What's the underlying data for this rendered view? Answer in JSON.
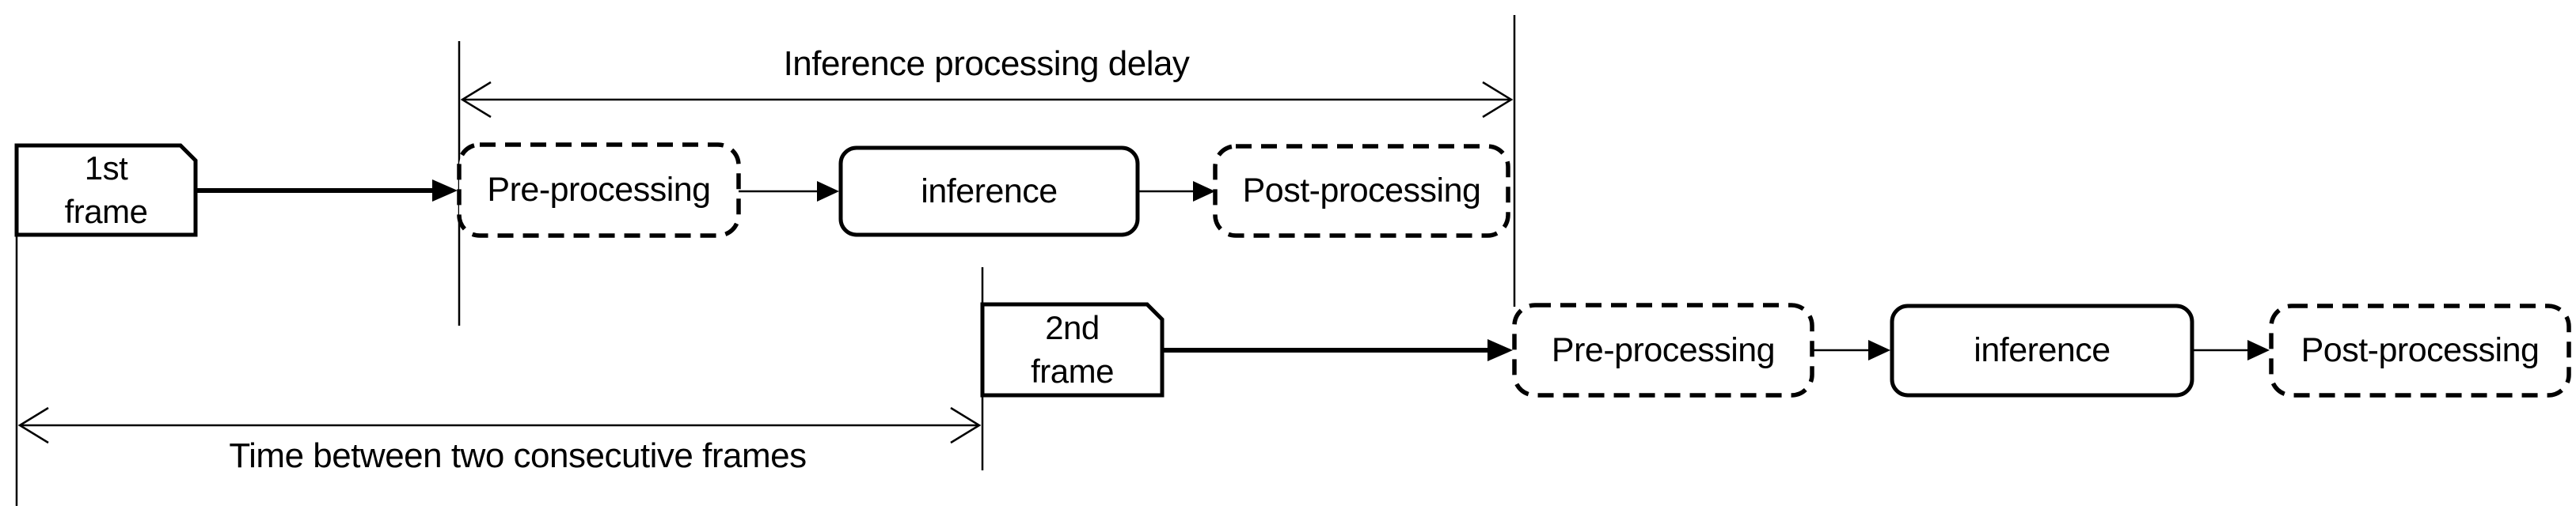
{
  "diagram": {
    "title_labels": {
      "inference_delay": "Inference processing delay",
      "frame_interval": "Time between two consecutive frames"
    },
    "rows": [
      {
        "frame": {
          "line1": "1st",
          "line2": "frame"
        },
        "steps": {
          "pre": "Pre-processing",
          "inference": "inference",
          "post": "Post-processing"
        }
      },
      {
        "frame": {
          "line1": "2nd",
          "line2": "frame"
        },
        "steps": {
          "pre": "Pre-processing",
          "inference": "inference",
          "post": "Post-processing"
        }
      }
    ],
    "colors": {
      "stroke": "#000000",
      "background": "#ffffff",
      "text": "#000000"
    }
  }
}
